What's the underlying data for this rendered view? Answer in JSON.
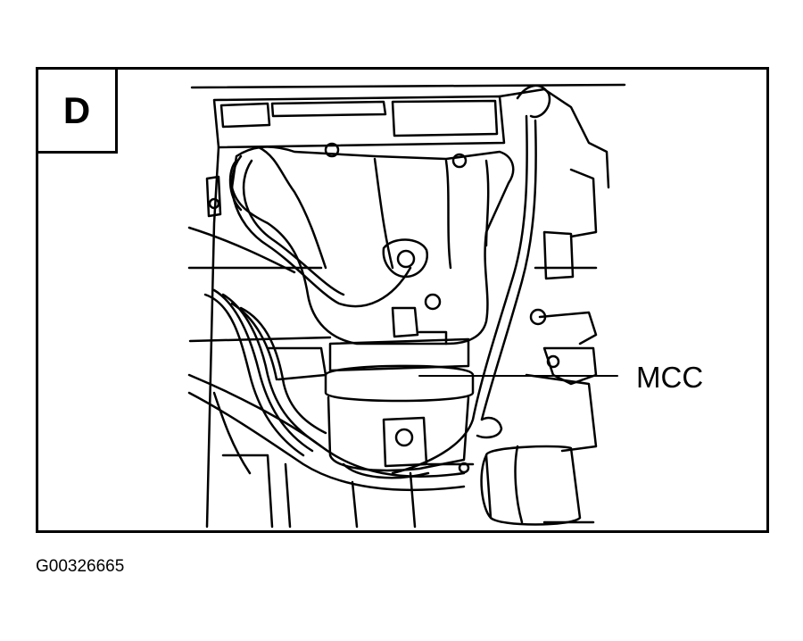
{
  "panel": {
    "letter": "D"
  },
  "callout": {
    "label": "MCC"
  },
  "figure": {
    "id": "G00326665"
  },
  "colors": {
    "ink": "#000000",
    "paper": "#ffffff"
  },
  "illustration": {
    "subject": "engine-exhaust-manifold-with-catalytic-converter"
  }
}
